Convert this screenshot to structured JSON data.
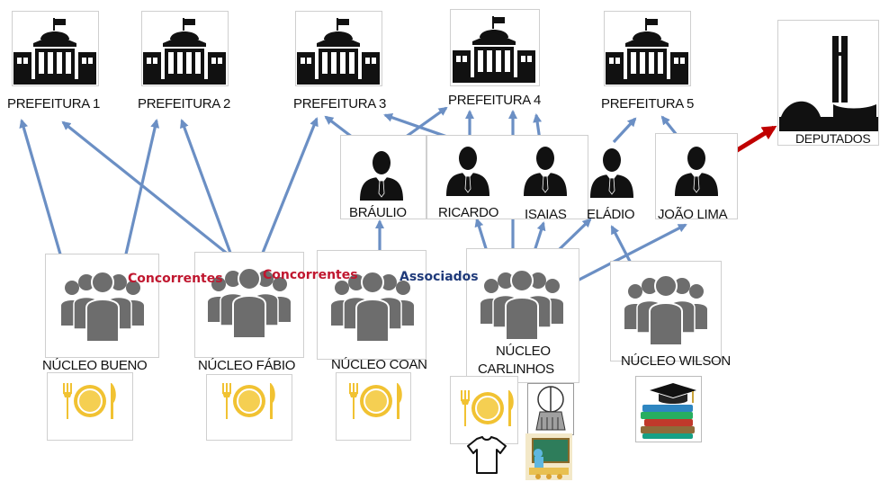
{
  "colors": {
    "edge": "#6b8fc4",
    "edge_dark": "#5b80b8",
    "accent_arrow": "#c00000",
    "rel_concorrentes": "#c0172f",
    "rel_associados": "#1f3a7a",
    "icon_dark": "#111111",
    "people_gray": "#6d6d6d",
    "plate_yellow": "#f1c232"
  },
  "prefeituras": [
    {
      "id": "p1",
      "label": "PREFEITURA 1",
      "icon": "city-hall-icon"
    },
    {
      "id": "p2",
      "label": "PREFEITURA 2",
      "icon": "city-hall-icon"
    },
    {
      "id": "p3",
      "label": "PREFEITURA 3",
      "icon": "city-hall-icon"
    },
    {
      "id": "p4",
      "label": "PREFEITURA 4",
      "icon": "city-hall-icon"
    },
    {
      "id": "p5",
      "label": "PREFEITURA 5",
      "icon": "city-hall-icon"
    }
  ],
  "deputados": {
    "id": "dep",
    "label": "DEPUTADOS",
    "icon": "congress-building-icon"
  },
  "politicos": [
    {
      "id": "braulio",
      "label": "BRÁULIO",
      "icon": "politician-icon"
    },
    {
      "id": "ricardo",
      "label": "RICARDO",
      "icon": "politician-icon"
    },
    {
      "id": "isaias",
      "label": "ISAIAS",
      "icon": "politician-icon"
    },
    {
      "id": "eladio",
      "label": "ELÁDIO",
      "icon": "politician-icon"
    },
    {
      "id": "joao",
      "label": "JOÃO LIMA",
      "icon": "politician-icon"
    }
  ],
  "nucleos": [
    {
      "id": "bueno",
      "label": "NÚCLEO BUENO",
      "icon": "group-icon",
      "services": [
        "food-plate-icon"
      ]
    },
    {
      "id": "fabio",
      "label": "NÚCLEO FÁBIO",
      "icon": "group-icon",
      "services": [
        "food-plate-icon"
      ]
    },
    {
      "id": "coan",
      "label": "NÚCLEO COAN",
      "icon": "group-icon",
      "services": [
        "food-plate-icon"
      ]
    },
    {
      "id": "carlinhos",
      "label": "NÚCLEO\nCARLINHOS",
      "label_line1": "NÚCLEO",
      "label_line2": "CARLINHOS",
      "icon": "group-icon",
      "services": [
        "food-plate-icon",
        "cleaning-broom-icon",
        "tshirt-icon",
        "classroom-icon"
      ]
    },
    {
      "id": "wilson",
      "label": "NÚCLEO WILSON",
      "icon": "group-icon",
      "services": [
        "books-graduation-icon"
      ]
    }
  ],
  "relations": [
    {
      "label": "Concorrentes",
      "kind": "rel_concorrentes"
    },
    {
      "label": "Concorrentes",
      "kind": "rel_concorrentes"
    },
    {
      "label": "Associados",
      "kind": "rel_associados"
    }
  ],
  "edges": [
    {
      "from": "bueno",
      "to": "p1"
    },
    {
      "from": "bueno",
      "to": "p2"
    },
    {
      "from": "fabio",
      "to": "p1"
    },
    {
      "from": "fabio",
      "to": "p2"
    },
    {
      "from": "fabio",
      "to": "p3"
    },
    {
      "from": "coan",
      "to": "braulio"
    },
    {
      "from": "braulio",
      "to": "p3"
    },
    {
      "from": "braulio",
      "to": "p4"
    },
    {
      "from": "ricardo",
      "to": "p3"
    },
    {
      "from": "ricardo",
      "to": "p4"
    },
    {
      "from": "isaias",
      "to": "p4"
    },
    {
      "from": "eladio",
      "to": "p5"
    },
    {
      "from": "joao",
      "to": "p5"
    },
    {
      "from": "joao",
      "to": "dep"
    },
    {
      "from": "carlinhos",
      "to": "ricardo"
    },
    {
      "from": "carlinhos",
      "to": "p4"
    },
    {
      "from": "carlinhos",
      "to": "isaias"
    },
    {
      "from": "carlinhos",
      "to": "eladio"
    },
    {
      "from": "carlinhos",
      "to": "joao"
    },
    {
      "from": "wilson",
      "to": "eladio"
    }
  ]
}
